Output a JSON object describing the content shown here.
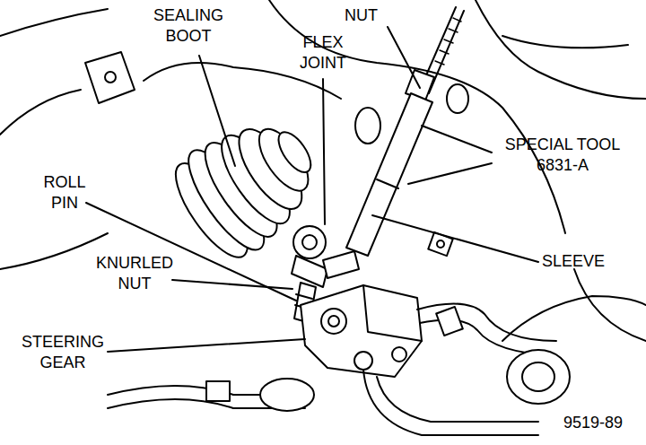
{
  "diagram": {
    "labels": [
      "SEALING BOOT",
      "NUT",
      "FLEX JOINT",
      "SPECIAL TOOL 6831-A",
      "ROLL PIN",
      "KNURLED NUT",
      "SLEEVE",
      "STEERING GEAR",
      "9519-89"
    ]
  }
}
